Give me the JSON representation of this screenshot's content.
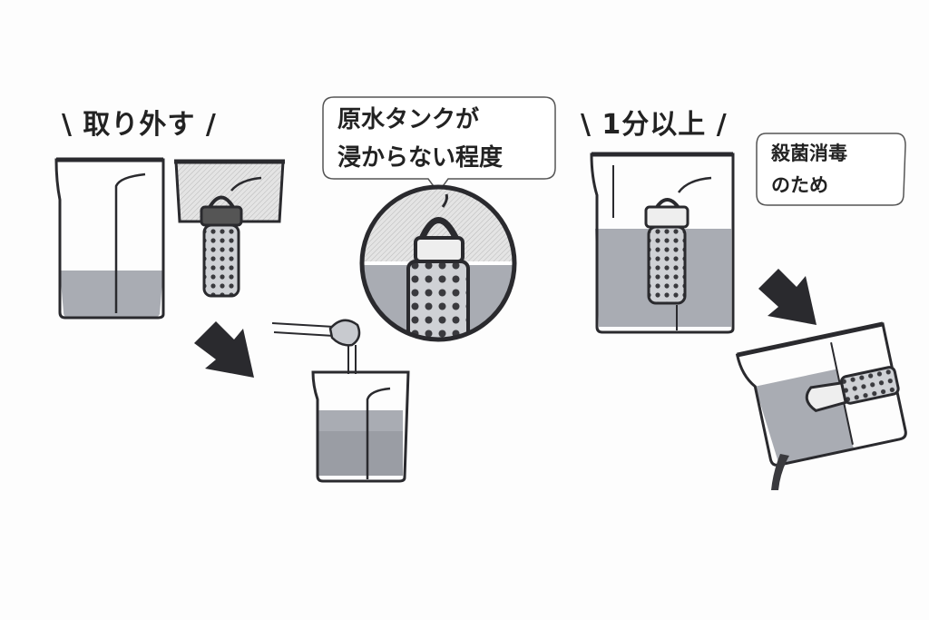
{
  "step1": {
    "title": "\\ 取り外す /"
  },
  "step2": {
    "bubble_line1": "原水タンクが",
    "bubble_line2": "浸からない程度"
  },
  "step3": {
    "title": "\\ 1分以上 /",
    "bubble_line1": "殺菌消毒",
    "bubble_line2": "のため"
  },
  "colors": {
    "line": "#2a2a2e",
    "water": "#a9acb3",
    "hatch": "#d9d9d9",
    "background": "#fdfdfd"
  }
}
